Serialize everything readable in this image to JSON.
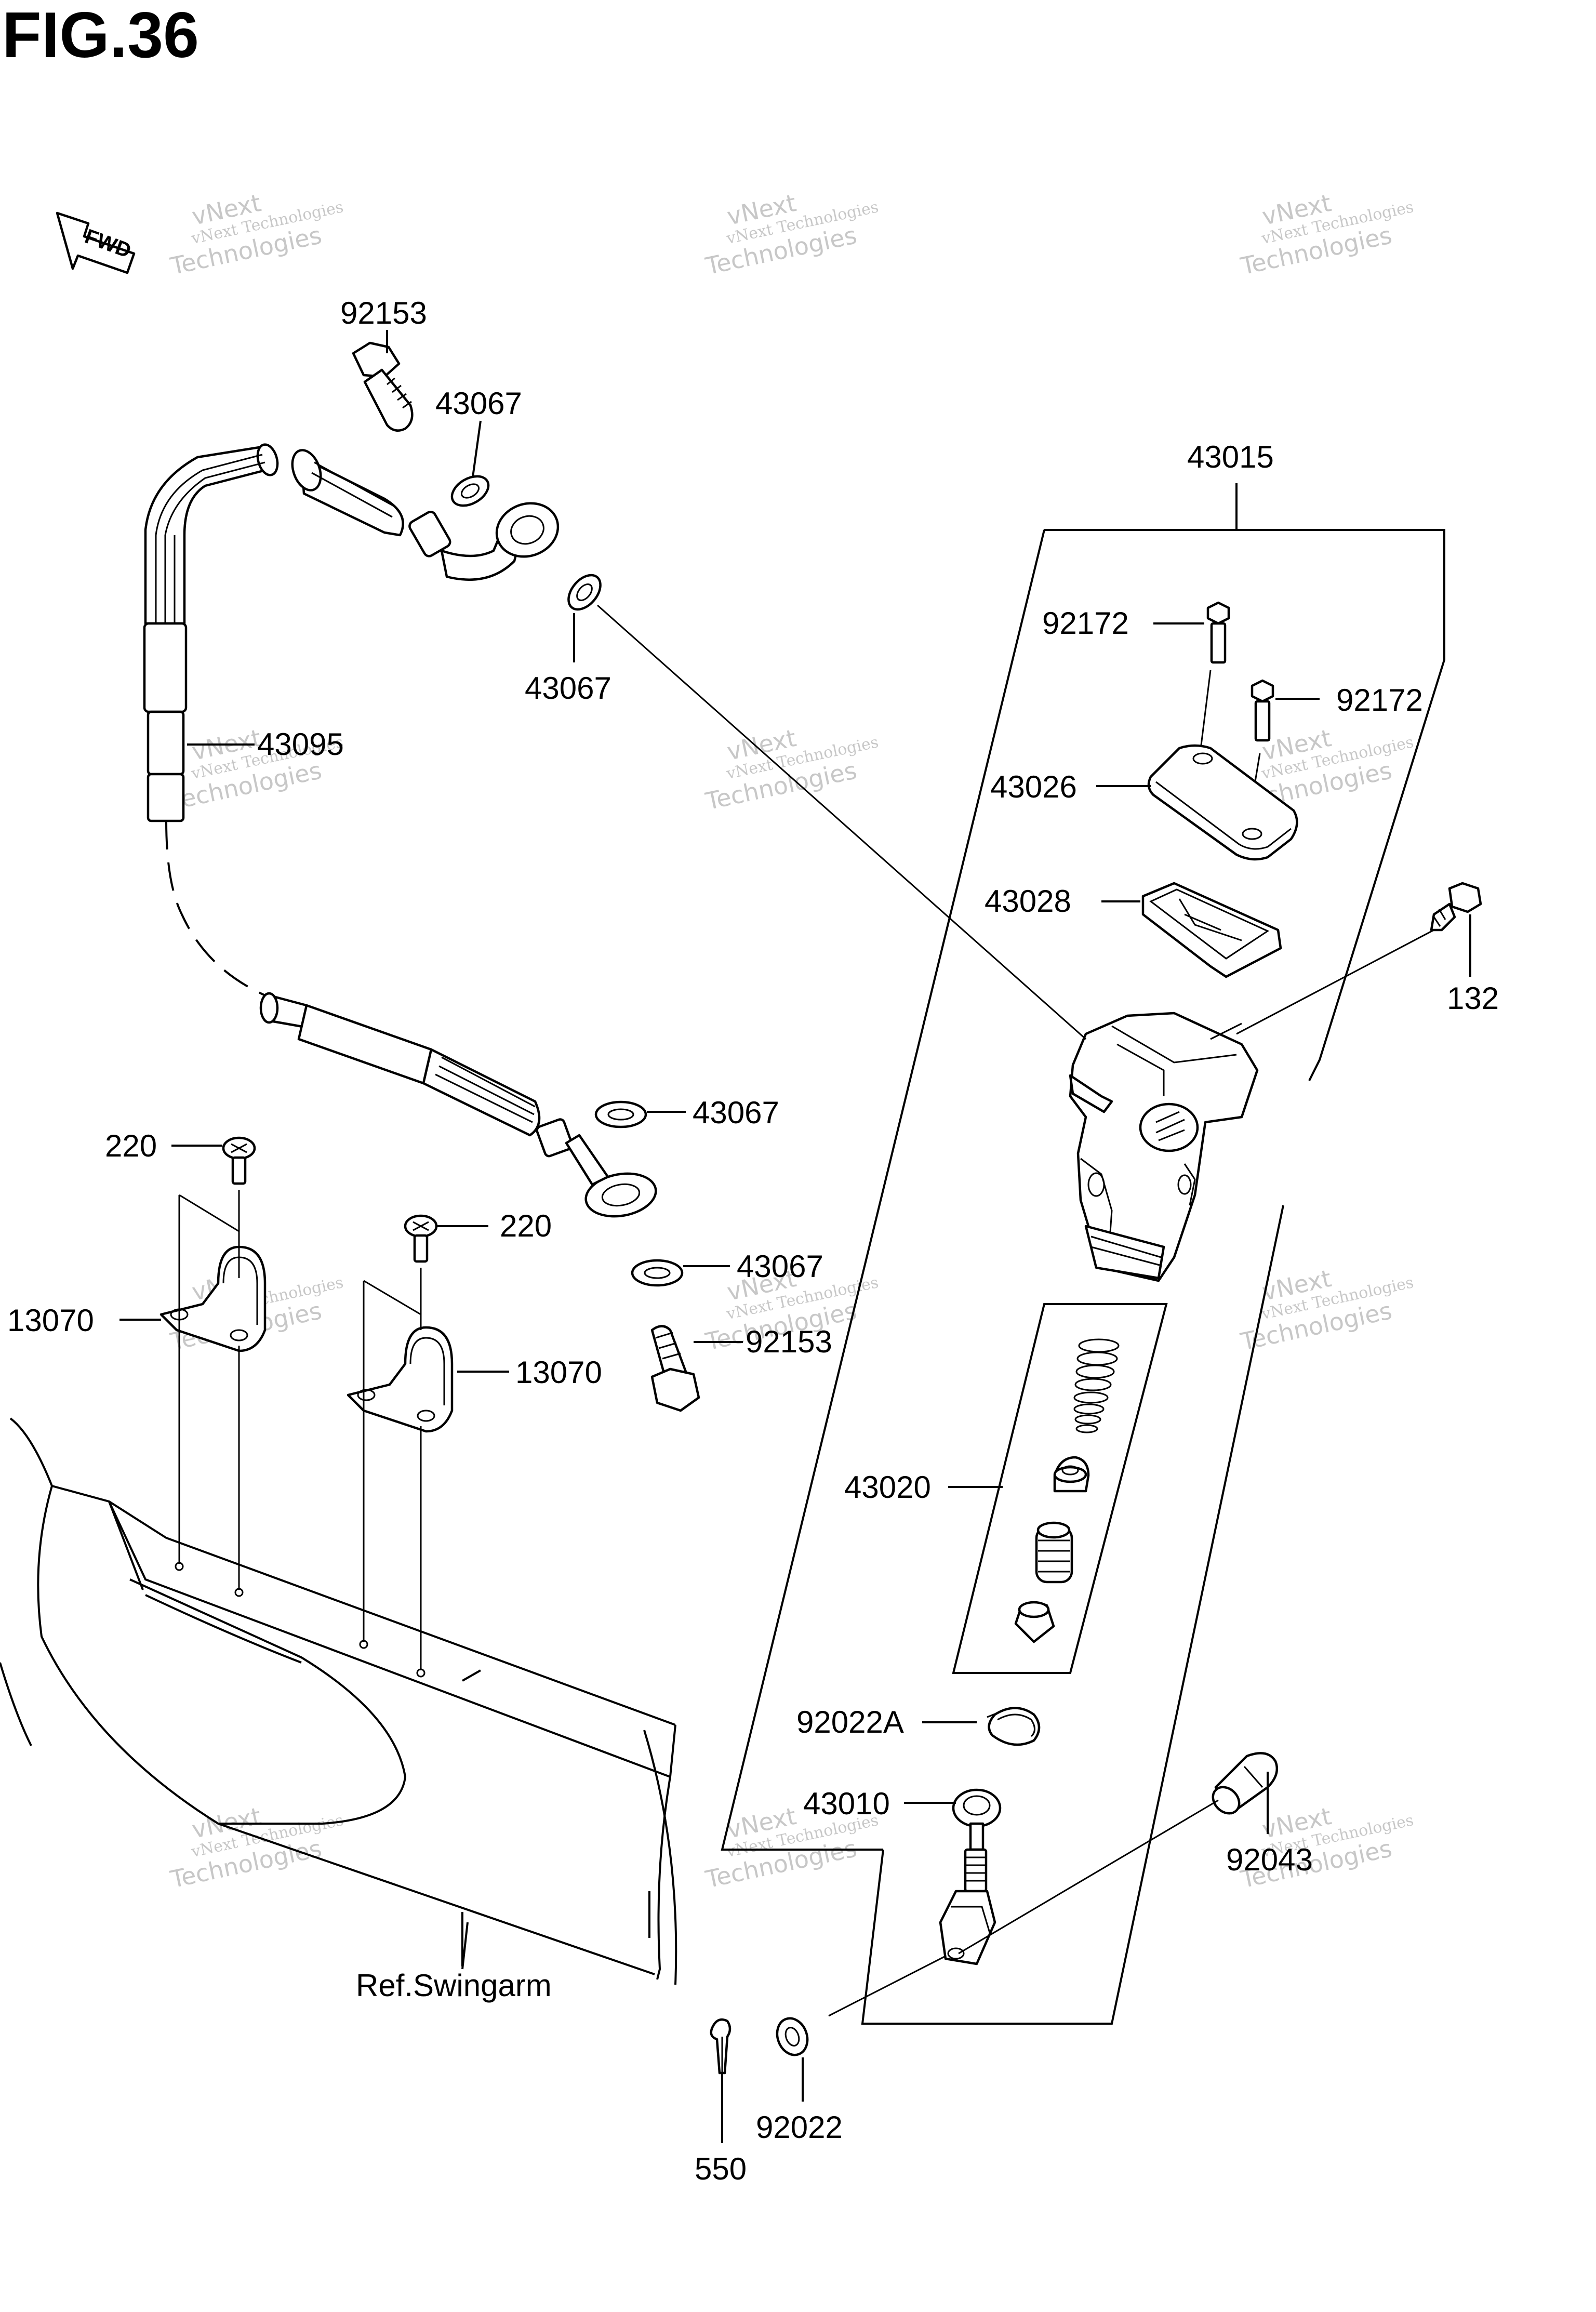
{
  "figure_title": "FIG.36",
  "direction_marker": "FWD",
  "watermark": {
    "line1": "vNext Technologies",
    "line2": "Technologies",
    "overlay": "vNext"
  },
  "part_labels": {
    "p92153_top": "92153",
    "p43067_top": "43067",
    "p43067_mid": "43067",
    "p43095": "43095",
    "p43067_right1": "43067",
    "p43067_right2": "43067",
    "p92153_bottom": "92153",
    "p220_left": "220",
    "p220_right": "220",
    "p13070_left": "13070",
    "p13070_right": "13070",
    "p43015": "43015",
    "p92172_left": "92172",
    "p92172_right": "92172",
    "p43026": "43026",
    "p43028": "43028",
    "p132": "132",
    "p43020": "43020",
    "p92022A": "92022A",
    "p43010": "43010",
    "p92043": "92043",
    "p92022": "92022",
    "p550": "550",
    "ref_swingarm": "Ref.Swingarm"
  }
}
